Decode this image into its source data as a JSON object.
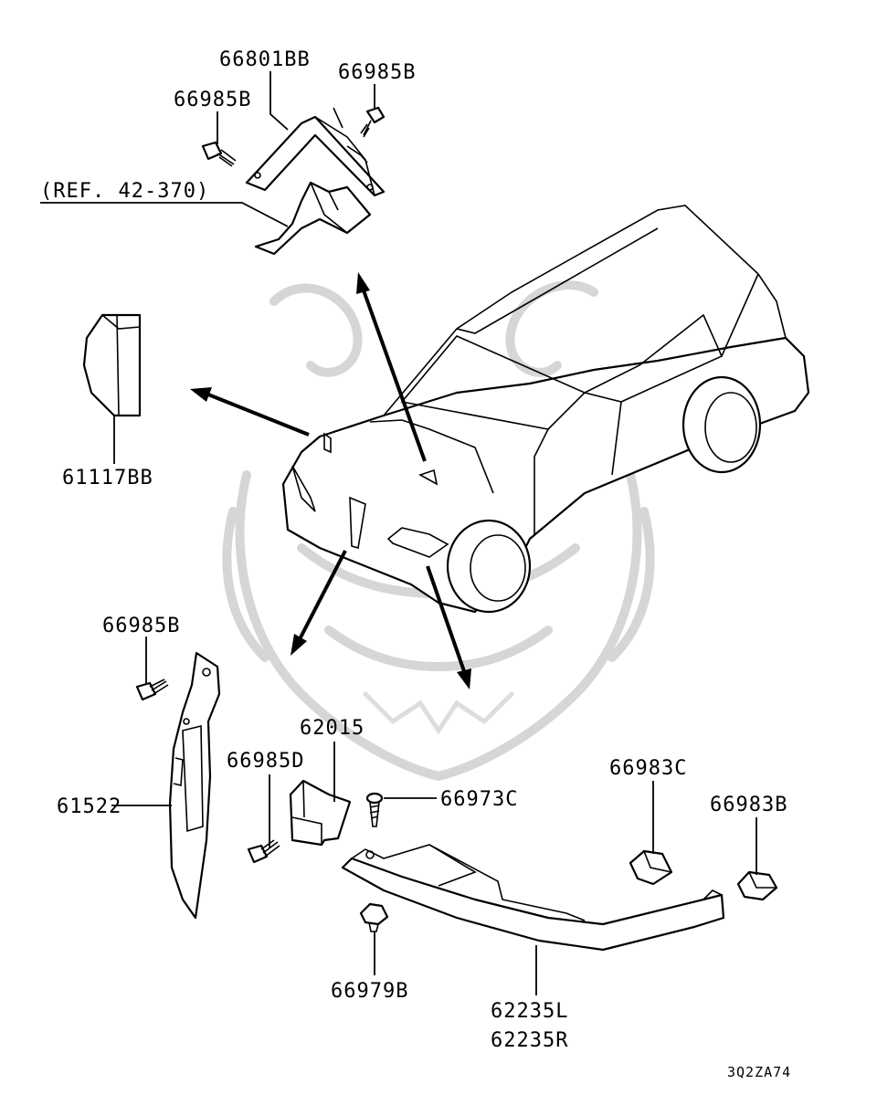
{
  "diagram": {
    "labels": {
      "bracket_upper": "66801BB",
      "bolt_top_right": "66985B",
      "bolt_top_left": "66985B",
      "reference": "(REF. 42-370)",
      "lamp": "61117BB",
      "bolt_lower_left": "66985B",
      "side_bracket": "61522",
      "bracket_small": "62015",
      "bolt_d": "66985D",
      "screw": "66973C",
      "clip_c": "66983C",
      "clip_b": "66983B",
      "grommet": "66979B",
      "garnish_left": "62235L",
      "garnish_right": "62235R",
      "drawing_code": "3Q2ZA74"
    }
  }
}
